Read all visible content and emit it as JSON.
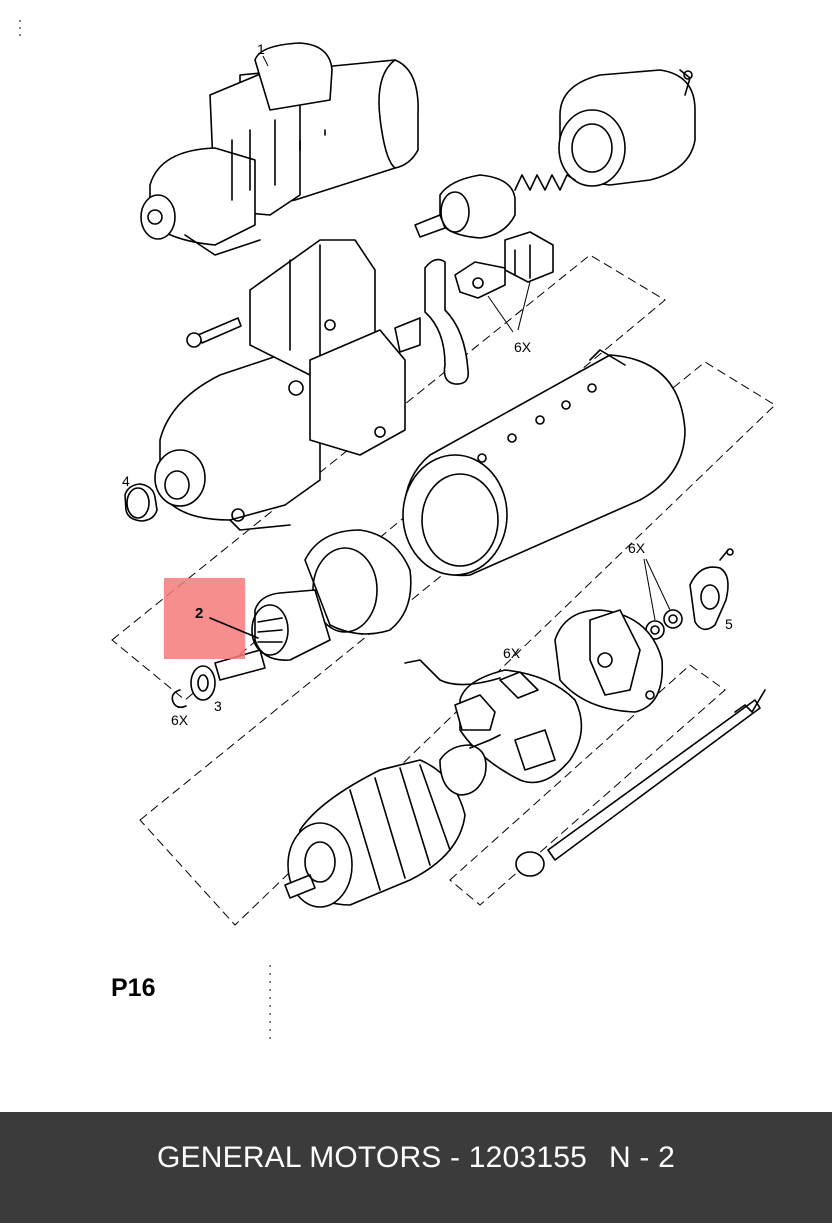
{
  "diagram": {
    "callouts": {
      "part_1": "1",
      "part_2": "2",
      "part_3": "3",
      "part_4": "4",
      "part_5": "5",
      "qty_brushes": "6X",
      "qty_retaining_ring": "6X",
      "qty_nuts": "6X",
      "qty_terminal": "6X"
    },
    "highlight_color": "#f47a7a",
    "page_code": "P16"
  },
  "footer": {
    "brand": "GENERAL MOTORS - 1203155",
    "suffix": "N - 2",
    "background": "#3b3b3b"
  }
}
